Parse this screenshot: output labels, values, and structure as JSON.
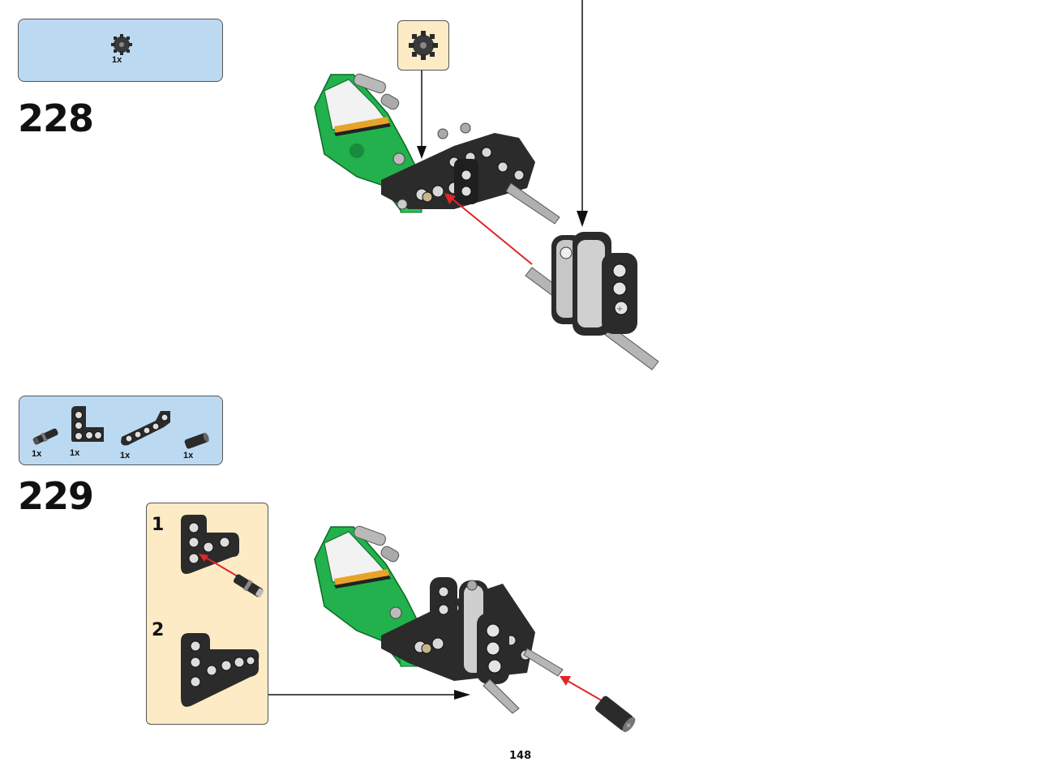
{
  "step228": {
    "number": "228",
    "parts": [
      {
        "qty": "1x",
        "icon": "gear-icon"
      }
    ],
    "callout_part": "gear-icon"
  },
  "step229": {
    "number": "229",
    "parts": [
      {
        "qty": "1x",
        "icon": "pin-connector-icon"
      },
      {
        "qty": "1x",
        "icon": "t-beam-icon"
      },
      {
        "qty": "1x",
        "icon": "l-beam-icon"
      },
      {
        "qty": "1x",
        "icon": "axle-bush-icon"
      }
    ],
    "substeps": [
      {
        "number": "1"
      },
      {
        "number": "2"
      }
    ]
  },
  "page": {
    "number": "148"
  },
  "colors": {
    "parts_box": "#bcd9f2",
    "callout_box": "#fdebc6",
    "arrow_red": "#e0262a",
    "brick_green": "#22b14c"
  }
}
